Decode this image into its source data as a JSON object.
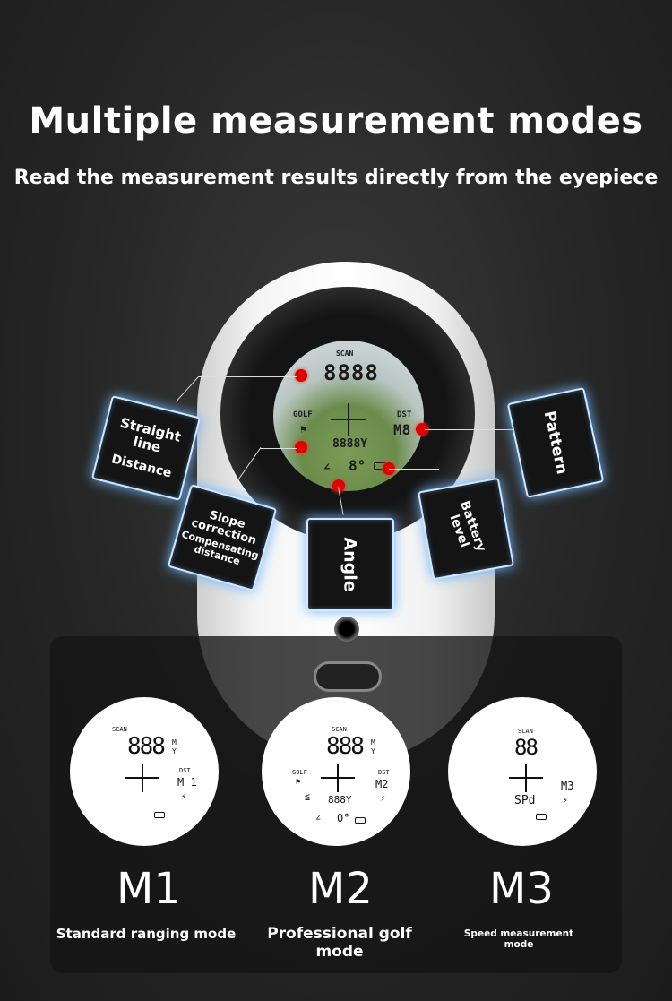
{
  "title": "Multiple measurement modes",
  "subtitle": "Read the measurement results directly from the eyepiece",
  "lens_display": {
    "scan": "SCAN",
    "distance": "8888",
    "golf": "GOLF",
    "dst": "DST",
    "mode": "M8",
    "slope_distance": "8888Y",
    "angle": "8°"
  },
  "callouts": {
    "straight_line": "Straight line",
    "distance": "Distance",
    "pattern": "Pattern",
    "slope_correction": "Slope correction",
    "compensating_distance": "Compensating distance",
    "angle": "Angle",
    "battery_level": "Battery level"
  },
  "modes": [
    {
      "name": "M1",
      "description": "Standard ranging mode",
      "display": {
        "scan": "SCAN",
        "digits": "888",
        "unit_top": "M",
        "unit_bottom": "Y",
        "dst": "DST",
        "mode": "M 1"
      }
    },
    {
      "name": "M2",
      "description": "Professional golf mode",
      "display": {
        "scan": "SCAN",
        "digits": "888",
        "unit_top": "M",
        "unit_bottom": "Y",
        "golf": "GOLF",
        "dst": "DST",
        "mode": "M2",
        "slope": "888Y"
      }
    },
    {
      "name": "M3",
      "description": "Speed measurement mode",
      "display": {
        "scan": "SCAN",
        "digits": "88",
        "mode": "M3",
        "speed": "SPd"
      }
    }
  ],
  "colors": {
    "accent_glow": "#6fb7ff",
    "marker": "#e00000"
  }
}
